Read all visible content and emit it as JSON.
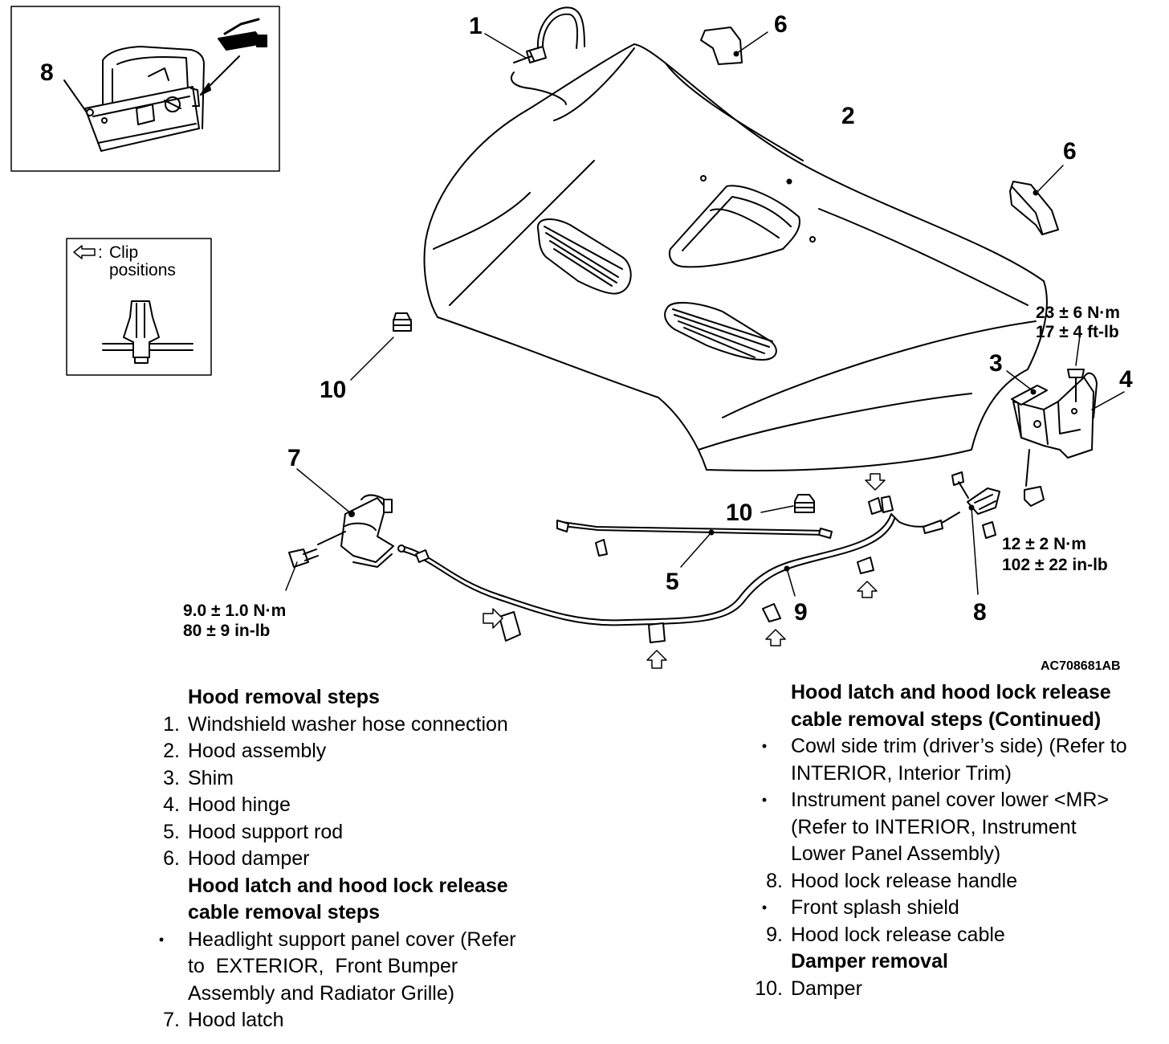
{
  "diagram": {
    "callouts": {
      "c1": "1",
      "c2": "2",
      "c3": "3",
      "c4": "4",
      "c5": "5",
      "c6a": "6",
      "c6b": "6",
      "c7": "7",
      "c8_inset": "8",
      "c8": "8",
      "c9": "9",
      "c10a": "10",
      "c10b": "10"
    },
    "torque": {
      "hinge_upper_1": "23 ± 6 N·m",
      "hinge_upper_2": "17 ± 4 ft-lb",
      "hinge_lower_1": "12 ± 2 N·m",
      "hinge_lower_2": "102 ± 22 in-lb",
      "latch_1": "9.0 ± 1.0 N·m",
      "latch_2": "80 ± 9 in-lb"
    },
    "clip_legend_1": "Clip",
    "clip_legend_2": "positions",
    "clip_legend_colon": ":",
    "figure_code": "AC708681AB"
  },
  "steps_left": {
    "heading_1": "Hood removal steps",
    "items": [
      {
        "num": "1.",
        "text": "Windshield washer hose connection"
      },
      {
        "num": "2.",
        "text": "Hood assembly"
      },
      {
        "num": "3.",
        "text": "Shim"
      },
      {
        "num": "4.",
        "text": "Hood hinge"
      },
      {
        "num": "5.",
        "text": "Hood support rod"
      },
      {
        "num": "6.",
        "text": "Hood damper"
      }
    ],
    "heading_2a": "Hood latch and hood lock release",
    "heading_2b": "cable removal steps",
    "bullet": "•",
    "bullet_lines": [
      "Headlight support panel cover (Refer",
      "to  EXTERIOR,  Front Bumper",
      "Assembly and Radiator Grille)"
    ],
    "item_7": {
      "num": "7.",
      "text": "Hood latch"
    }
  },
  "steps_right": {
    "heading_a": "Hood latch and hood lock release",
    "heading_b": "cable removal steps (Continued)",
    "bullet": "•",
    "b1_lines": [
      "Cowl side trim (driver’s side) (Refer to",
      "INTERIOR, Interior Trim)"
    ],
    "b2_lines": [
      "Instrument panel cover lower <MR>",
      "(Refer to INTERIOR, Instrument",
      "Lower Panel Assembly)"
    ],
    "item_8": {
      "num": "8.",
      "text": "Hood lock release handle"
    },
    "b3_line": "Front splash shield",
    "item_9": {
      "num": "9.",
      "text": "Hood lock release cable"
    },
    "heading_damper": "Damper removal",
    "item_10": {
      "num": "10.",
      "text": "Damper"
    }
  }
}
